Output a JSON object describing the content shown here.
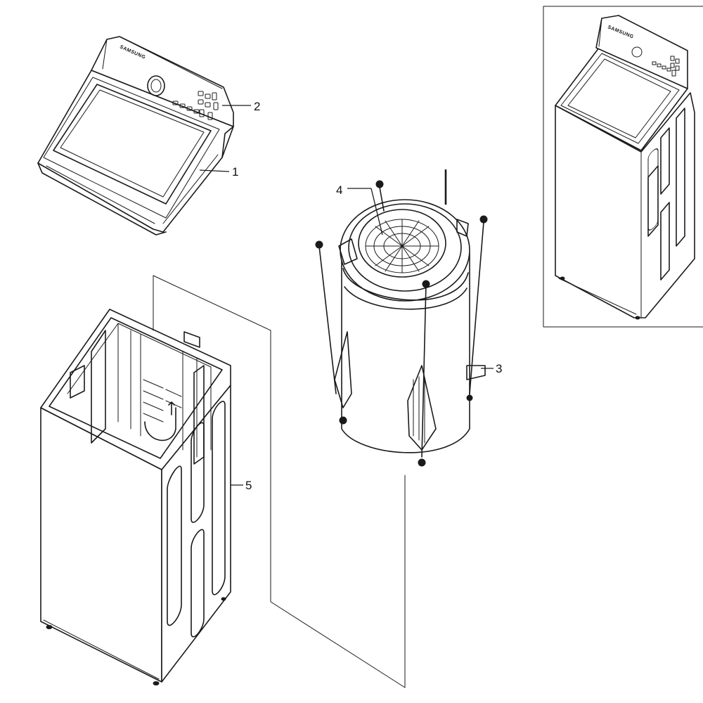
{
  "brand_text": "SAMSUNG",
  "callouts": [
    {
      "id": "1",
      "label": "1"
    },
    {
      "id": "2",
      "label": "2"
    },
    {
      "id": "3",
      "label": "3"
    },
    {
      "id": "4",
      "label": "4"
    },
    {
      "id": "5",
      "label": "5"
    }
  ]
}
